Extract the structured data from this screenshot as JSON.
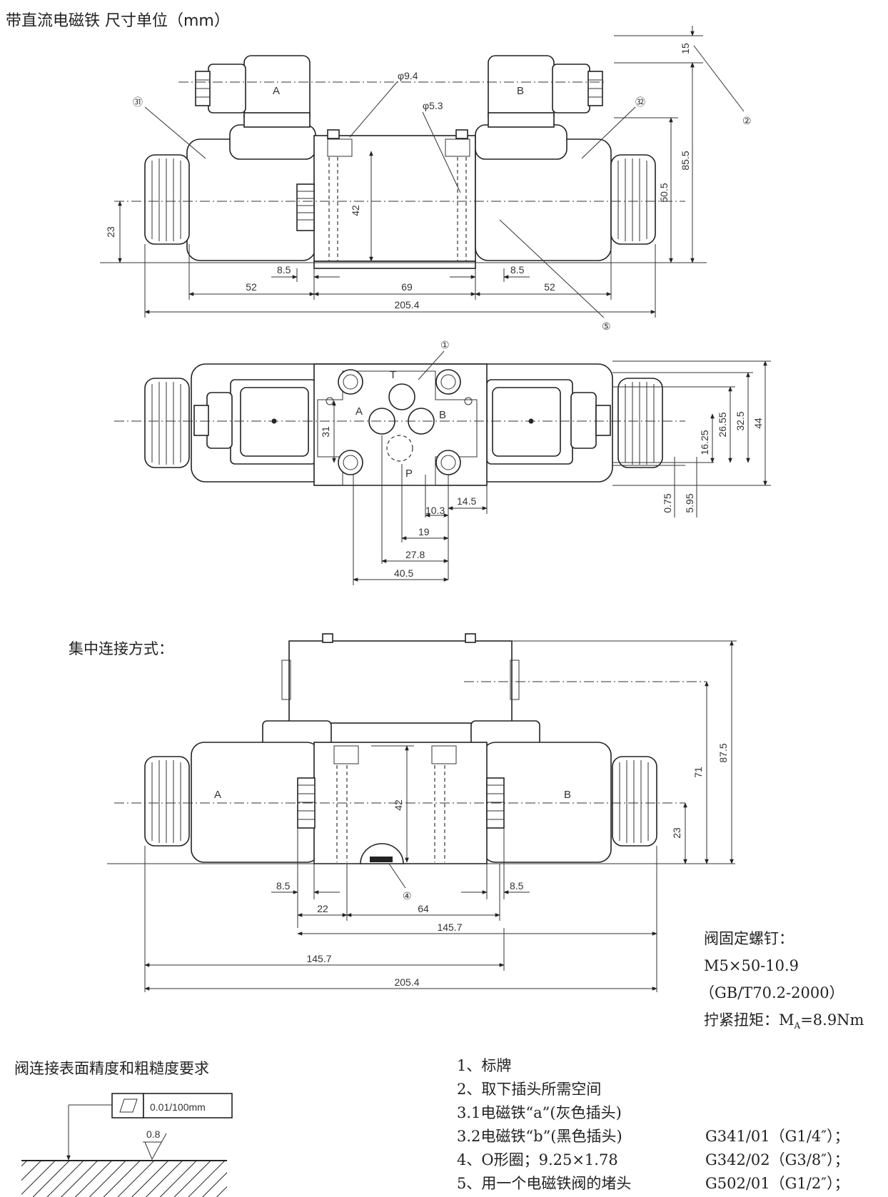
{
  "title": "带直流电磁铁  尺寸单位（mm）",
  "top_view": {
    "label_a": "A",
    "label_b": "B",
    "phi_large": "φ9.4",
    "phi_small": "φ5.3",
    "ref_31": "㉛",
    "ref_32": "㉜",
    "ref_2": "②",
    "ref_5": "⑤",
    "dim_15": "15",
    "dim_85_5": "85.5",
    "dim_50_5": "50.5",
    "dim_42": "42",
    "dim_23": "23",
    "dim_8_5_left": "8.5",
    "dim_8_5_right": "8.5",
    "dim_52_left": "52",
    "dim_69": "69",
    "dim_52_right": "52",
    "dim_205_4": "205.4"
  },
  "plan_view": {
    "ref_1": "①",
    "port_t": "T",
    "port_a": "A",
    "port_b": "B",
    "port_p": "P",
    "dim_31": "31",
    "dim_16_25": "16.25",
    "dim_26_55": "26.55",
    "dim_32_5": "32.5",
    "dim_44": "44",
    "dim_0_75": "0.75",
    "dim_5_95": "5.95",
    "dim_14_5": "14.5",
    "dim_10_3": "10.3",
    "dim_19": "19",
    "dim_27_8": "27.8",
    "dim_40_5": "40.5"
  },
  "central_view": {
    "heading": "集中连接方式：",
    "label_a": "A",
    "label_b": "B",
    "ref_4": "④",
    "dim_87_5": "87.5",
    "dim_71": "71",
    "dim_42": "42",
    "dim_23": "23",
    "dim_8_5_left": "8.5",
    "dim_8_5_right": "8.5",
    "dim_22": "22",
    "dim_64": "64",
    "dim_145_7_a": "145.7",
    "dim_145_7_b": "145.7",
    "dim_205_4": "205.4"
  },
  "bolt_info": {
    "line1": "阀固定螺钉：",
    "line2": "M5×50-10.9",
    "line3": "（GB/T70.2-2000）",
    "line4_prefix": "拧紧扭矩：M",
    "line4_sub": "A",
    "line4_suffix": "=8.9Nm"
  },
  "surface": {
    "heading": "阀连接表面精度和粗糙度要求",
    "tolerance": "0.01/100mm",
    "roughness": "0.8"
  },
  "legend": {
    "items": [
      "1、标牌",
      "2、取下插头所需空间",
      "3.1电磁铁“a”(灰色插头)",
      "3.2电磁铁“b”(黑色插头)",
      "4、O形圈；9.25×1.78",
      "5、用一个电磁铁阀的堵头"
    ],
    "codes": [
      "G341/01（G1/4″）；",
      "G342/02（G3/8″）；",
      "G502/01（G1/2″）；"
    ]
  }
}
